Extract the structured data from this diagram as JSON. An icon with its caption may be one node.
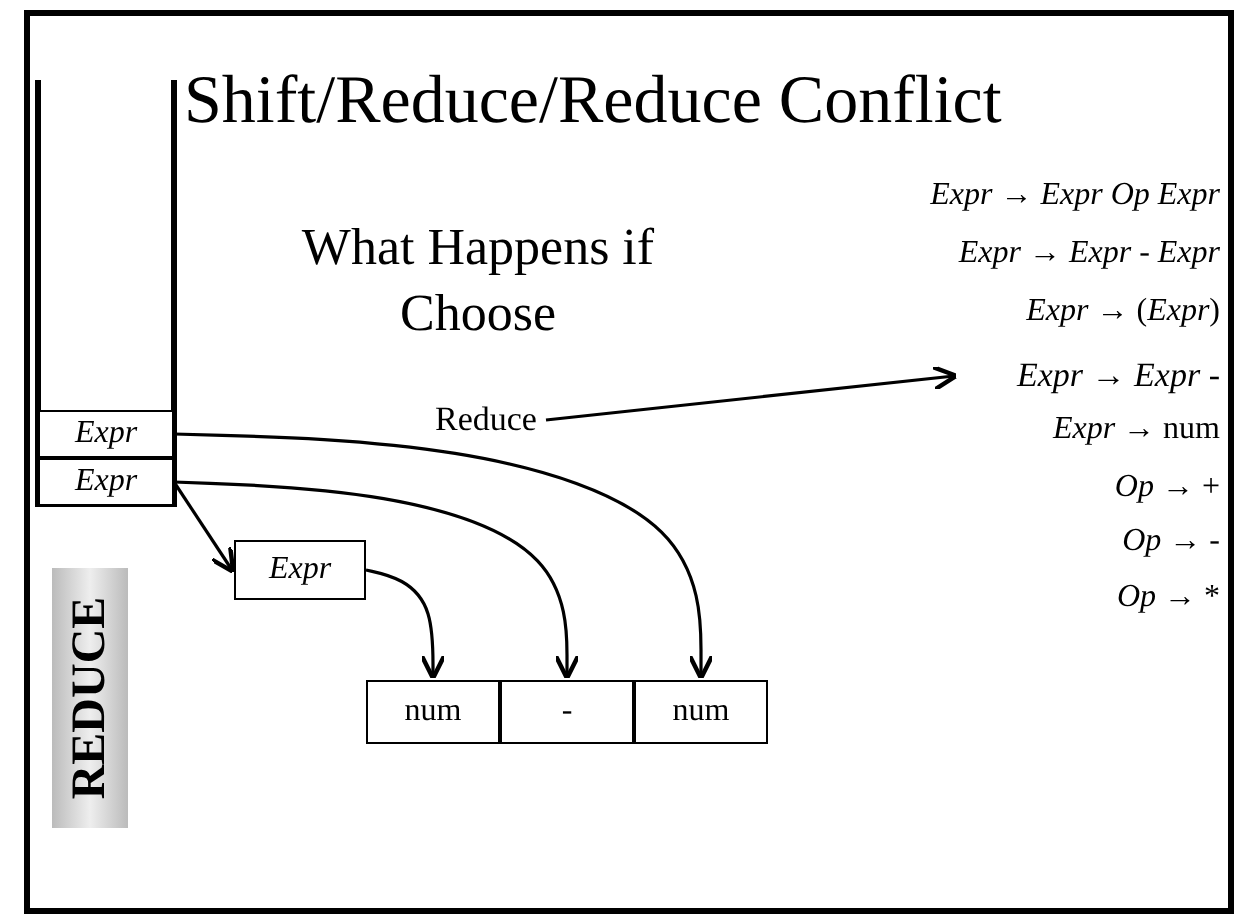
{
  "diagram": {
    "title": "Shift/Reduce/Reduce Conflict",
    "nodes": [
      {
        "text": [
          "Expr"
        ]
      },
      {
        "text": [
          "Expr"
        ]
      },
      {
        "text": [
          "Expr"
        ]
      },
      {
        "text": [
          "num"
        ]
      },
      {
        "text": [
          "-"
        ]
      },
      {
        "text": [
          "num"
        ]
      },
      {
        "text": [
          "Reduce"
        ]
      },
      {
        "text": [
          "*Expr* → *Expr* -"
        ]
      }
    ],
    "edges": [
      {
        "from": 1,
        "to": 2,
        "arrow": "to"
      },
      {
        "from": 2,
        "to": 3,
        "arrow": "to"
      },
      {
        "from": 1,
        "to": 4,
        "arrow": "to"
      },
      {
        "from": 0,
        "to": 5,
        "arrow": "to"
      },
      {
        "from": 6,
        "to": 7,
        "arrow": "to"
      }
    ],
    "labels": [
      "What Happens if Choose",
      "*Expr*  → *Expr Op  Expr*",
      "*Expr*  → *Expr* -  *Expr*",
      "*Expr* →  (*Expr*)",
      "*Expr* →  num",
      "*Op* →  +",
      "*Op* →  -",
      "*Op* →  *",
      "REDUCE"
    ]
  }
}
